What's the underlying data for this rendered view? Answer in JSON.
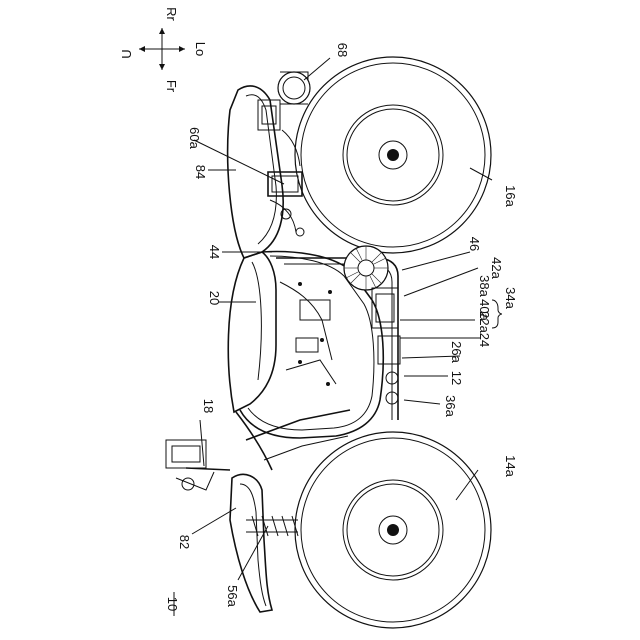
{
  "figure": {
    "overall_ref": "10",
    "refs": {
      "r14a": "14a",
      "r16a": "16a",
      "r68": "68",
      "r60a": "60a",
      "r84": "84",
      "r44": "44",
      "r46": "46",
      "r42a": "42a",
      "r38a": "38a",
      "r40a": "40a",
      "r34a": "34a",
      "r22a": "22a",
      "r24": "24",
      "r26a": "26a",
      "r12": "12",
      "r36a": "36a",
      "r20": "20",
      "r18": "18",
      "r82": "82",
      "r56a": "56a"
    },
    "direction": {
      "up": "U",
      "rear": "Rr",
      "left": "Lo",
      "front": "Fr"
    }
  }
}
